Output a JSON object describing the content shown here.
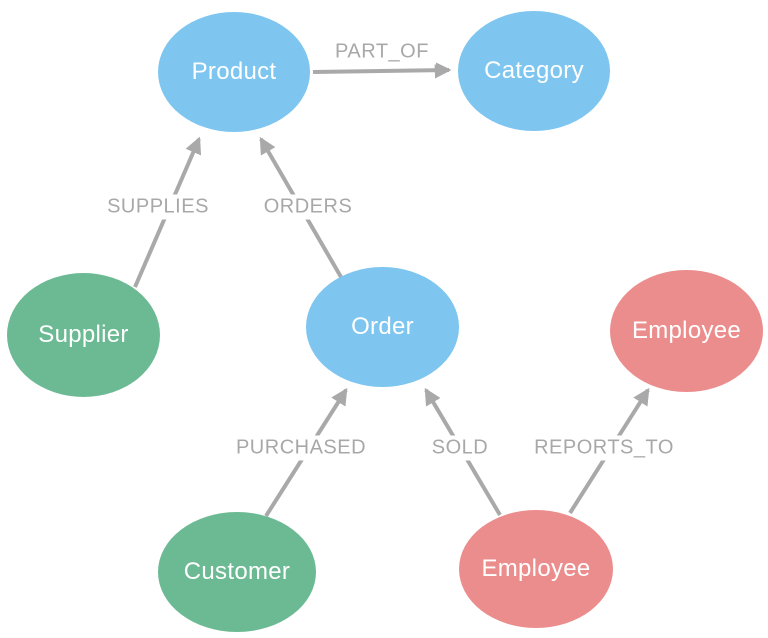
{
  "diagram": {
    "type": "graph-data-model",
    "colors": {
      "node_blue": "#7ec5ef",
      "node_green": "#6cba93",
      "node_red": "#ec8d8d",
      "edge_gray": "#a9a9a9",
      "edge_label_gray": "#a8a8a8",
      "node_text": "#ffffff",
      "background": "#ffffff"
    },
    "nodes": [
      {
        "id": "product",
        "label": "Product",
        "color": "#7ec5ef"
      },
      {
        "id": "category",
        "label": "Category",
        "color": "#7ec5ef"
      },
      {
        "id": "supplier",
        "label": "Supplier",
        "color": "#6cba93"
      },
      {
        "id": "order",
        "label": "Order",
        "color": "#7ec5ef"
      },
      {
        "id": "employee-top",
        "label": "Employee",
        "color": "#ec8d8d"
      },
      {
        "id": "customer",
        "label": "Customer",
        "color": "#6cba93"
      },
      {
        "id": "employee-bottom",
        "label": "Employee",
        "color": "#ec8d8d"
      }
    ],
    "edges": [
      {
        "label": "PART_OF",
        "from": "product",
        "to": "category"
      },
      {
        "label": "SUPPLIES",
        "from": "supplier",
        "to": "product"
      },
      {
        "label": "ORDERS",
        "from": "order",
        "to": "product"
      },
      {
        "label": "PURCHASED",
        "from": "customer",
        "to": "order"
      },
      {
        "label": "SOLD",
        "from": "employee-bottom",
        "to": "order"
      },
      {
        "label": "REPORTS_TO",
        "from": "employee-bottom",
        "to": "employee-top"
      }
    ]
  }
}
